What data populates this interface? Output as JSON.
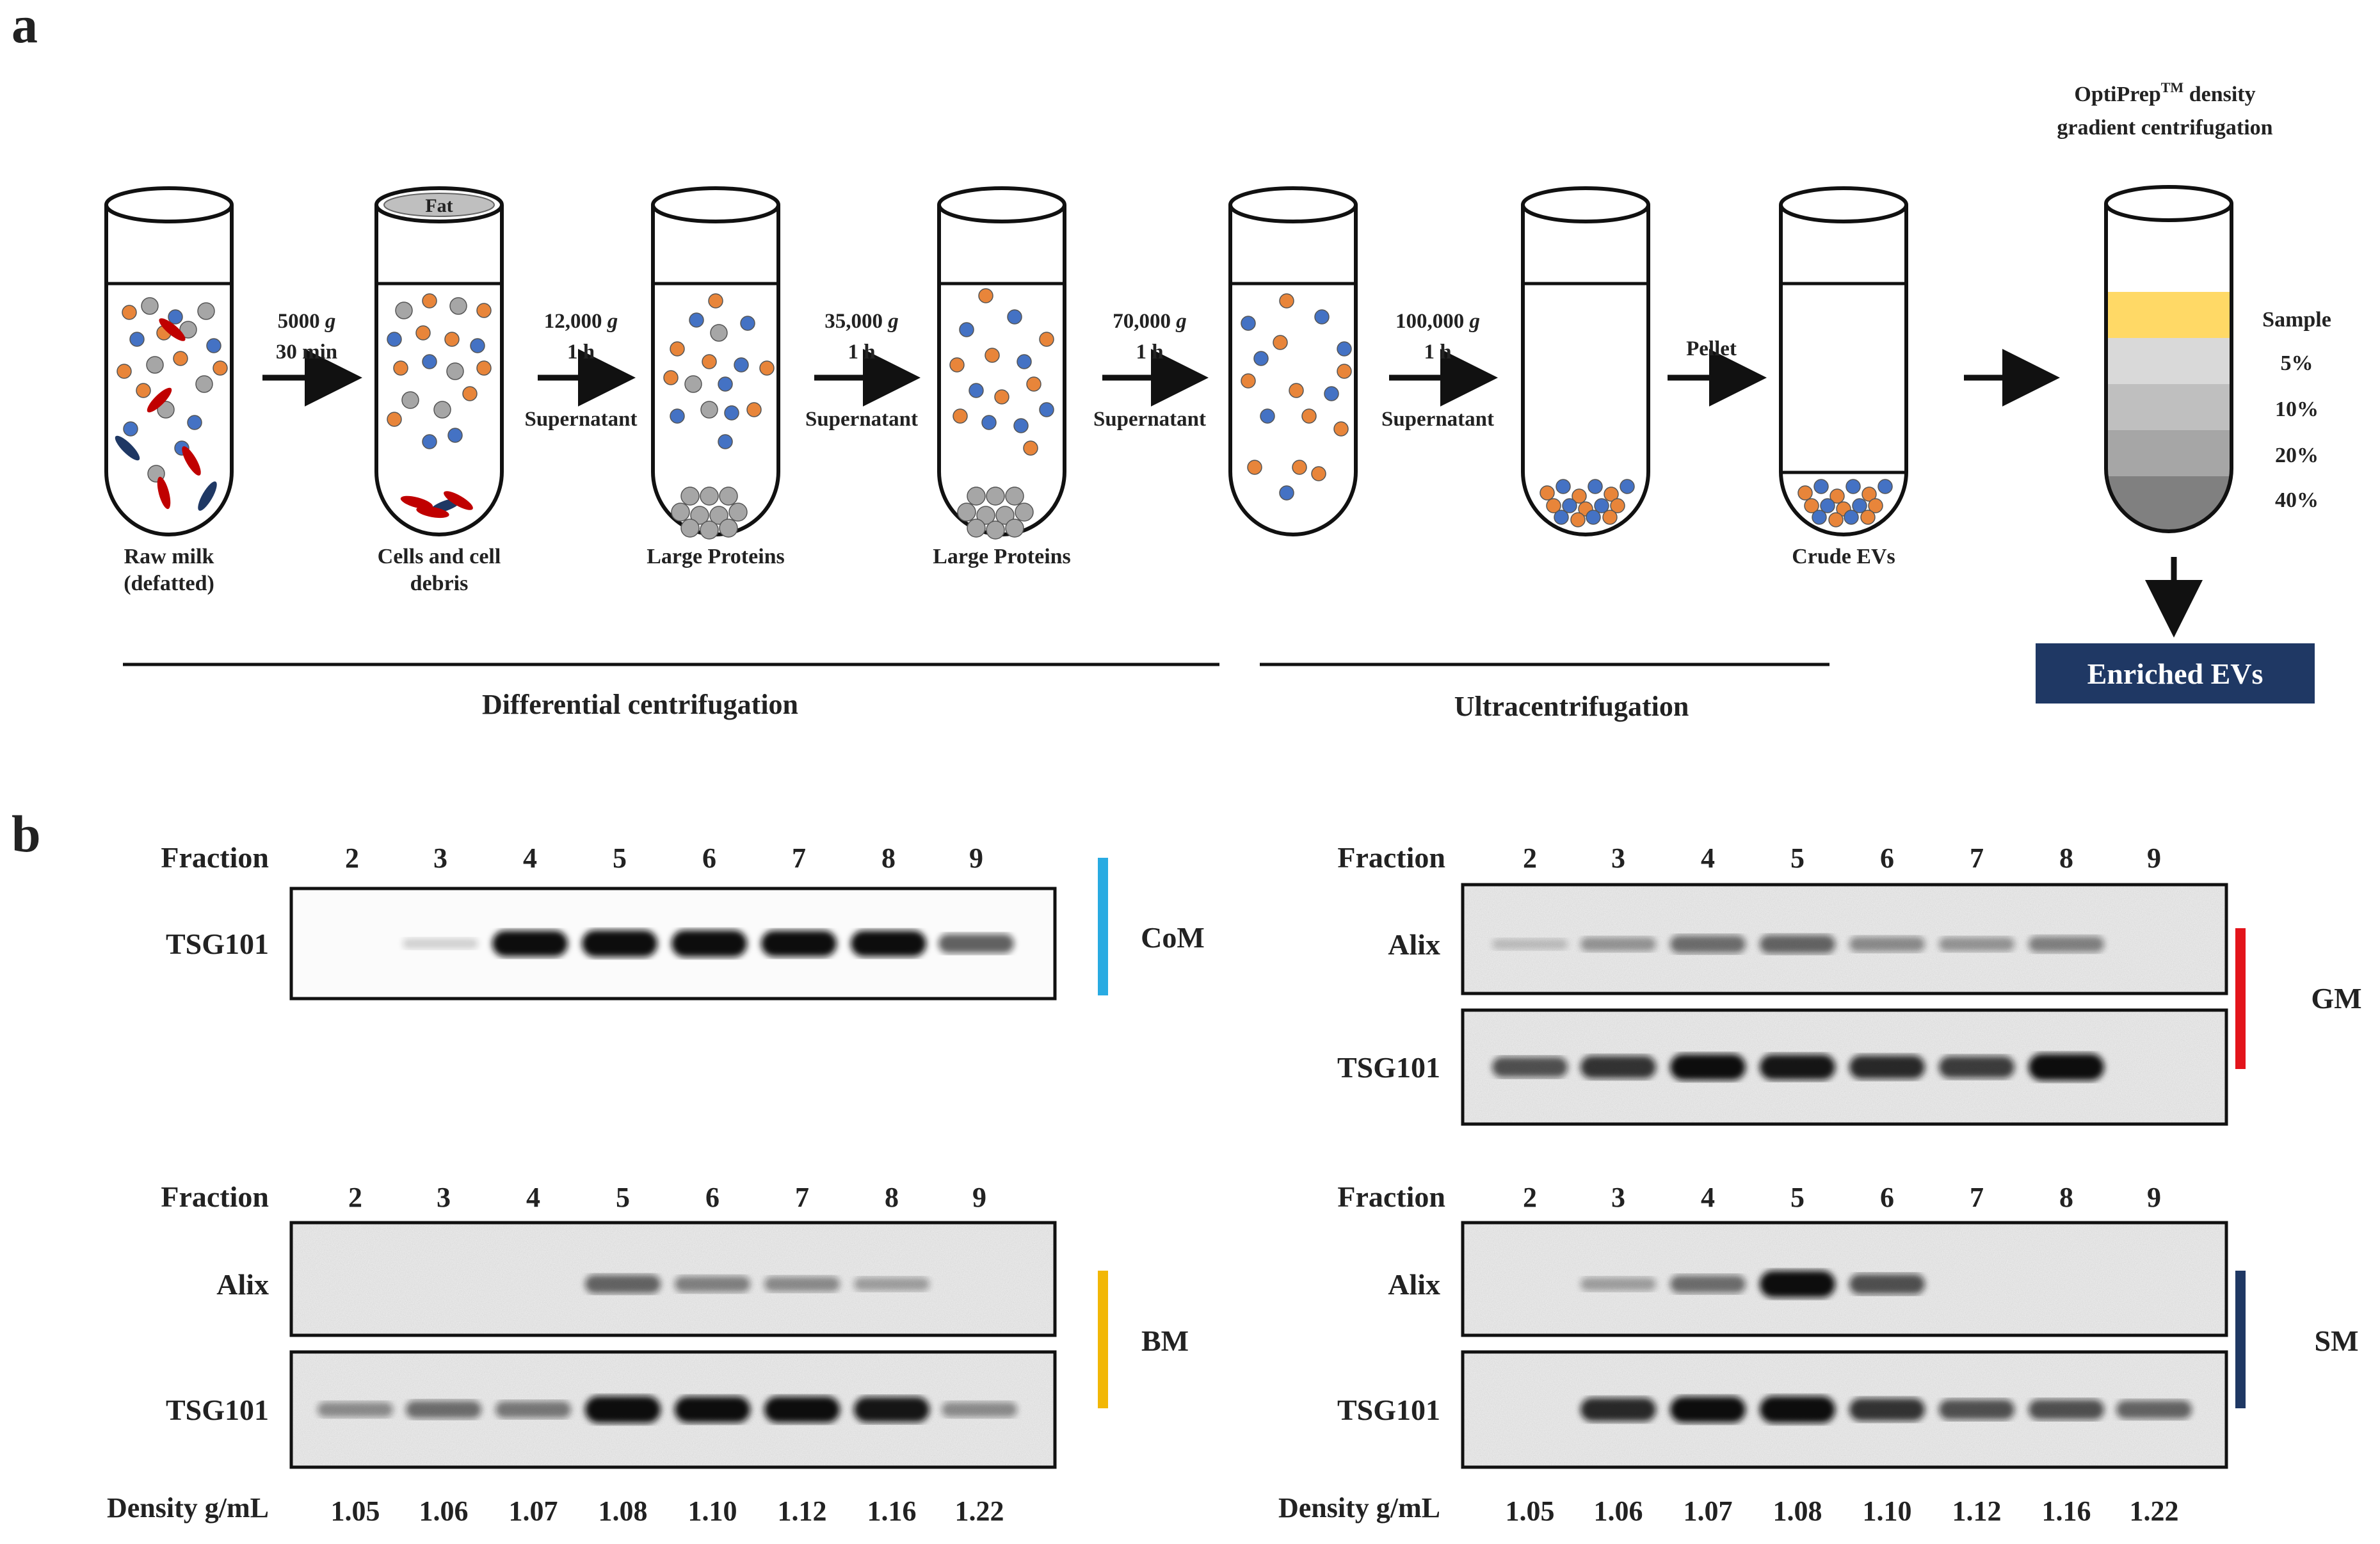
{
  "panel_a": {
    "label": "a",
    "steps": [
      {
        "tube_label": [
          "Raw milk",
          "(defatted)"
        ],
        "arrow_speed": "5000",
        "arrow_unit": "g",
        "arrow_time": "30 min",
        "arrow_note": ""
      },
      {
        "tube_label": [
          "Cells and cell",
          "debris"
        ],
        "fat_label": "Fat",
        "arrow_speed": "12,000",
        "arrow_unit": "g",
        "arrow_time": "1 h",
        "arrow_note": "Supernatant"
      },
      {
        "tube_label": [
          "Large Proteins"
        ],
        "arrow_speed": "35,000",
        "arrow_unit": "g",
        "arrow_time": "1 h",
        "arrow_note": "Supernatant"
      },
      {
        "tube_label": [
          "Large Proteins"
        ],
        "arrow_speed": "70,000",
        "arrow_unit": "g",
        "arrow_time": "1 h",
        "arrow_note": "Supernatant"
      },
      {
        "tube_label": [],
        "arrow_speed": "100,000",
        "arrow_unit": "g",
        "arrow_time": "1 h",
        "arrow_note": "Supernatant"
      },
      {
        "tube_label": [],
        "arrow_speed": "",
        "arrow_unit": "",
        "arrow_time": "",
        "arrow_note": "Pellet"
      },
      {
        "tube_label": [
          "Crude EVs"
        ]
      }
    ],
    "gradient": {
      "title_line1": "OptiPrep",
      "title_tm": "TM",
      "title_line1_suffix": " density",
      "title_line2": "gradient centrifugation",
      "layers": [
        "Sample",
        "5%",
        "10%",
        "20%",
        "40%"
      ],
      "layer_colors": [
        "#ffd966",
        "#d9d9d9",
        "#bfbfbf",
        "#a6a6a6",
        "#808080"
      ]
    },
    "result_box": "Enriched EVs",
    "result_box_color": "#1f3864",
    "phase_labels": [
      "Differential centrifugation",
      "Ultracentrifugation"
    ],
    "particle_colors": {
      "orange": "#e8853a",
      "blue": "#4472c4",
      "gray": "#a6a6a6",
      "red": "#c00000",
      "navy": "#1f3864"
    }
  },
  "panel_b": {
    "label": "b",
    "fraction_label": "Fraction",
    "fractions": [
      "2",
      "3",
      "4",
      "5",
      "6",
      "7",
      "8",
      "9"
    ],
    "density_label": "Density g/mL",
    "densities": [
      "1.05",
      "1.06",
      "1.07",
      "1.08",
      "1.10",
      "1.12",
      "1.16",
      "1.22"
    ],
    "blots": [
      {
        "sample": "CoM",
        "color": "#29abe2",
        "rows": [
          {
            "protein": "TSG101",
            "intensities": [
              0,
              0.03,
              0.95,
              1.0,
              1.0,
              0.95,
              0.95,
              0.55
            ]
          }
        ]
      },
      {
        "sample": "GM",
        "color": "#e3141b",
        "rows": [
          {
            "protein": "Alix",
            "intensities": [
              0.05,
              0.25,
              0.45,
              0.5,
              0.3,
              0.25,
              0.35,
              0
            ]
          },
          {
            "protein": "TSG101",
            "intensities": [
              0.6,
              0.75,
              0.95,
              0.9,
              0.8,
              0.7,
              1.0,
              0
            ]
          }
        ]
      },
      {
        "sample": "BM",
        "color": "#f2b705",
        "rows": [
          {
            "protein": "Alix",
            "intensities": [
              0,
              0,
              0,
              0.5,
              0.35,
              0.3,
              0.2,
              0
            ]
          },
          {
            "protein": "TSG101",
            "intensities": [
              0.3,
              0.45,
              0.4,
              1.0,
              0.95,
              0.95,
              0.9,
              0.3
            ]
          }
        ]
      },
      {
        "sample": "SM",
        "color": "#1f3864",
        "rows": [
          {
            "protein": "Alix",
            "intensities": [
              0,
              0.2,
              0.45,
              1.0,
              0.6,
              0,
              0,
              0
            ]
          },
          {
            "protein": "TSG101",
            "intensities": [
              0,
              0.8,
              0.95,
              1.0,
              0.75,
              0.6,
              0.6,
              0.5
            ]
          }
        ]
      }
    ]
  }
}
